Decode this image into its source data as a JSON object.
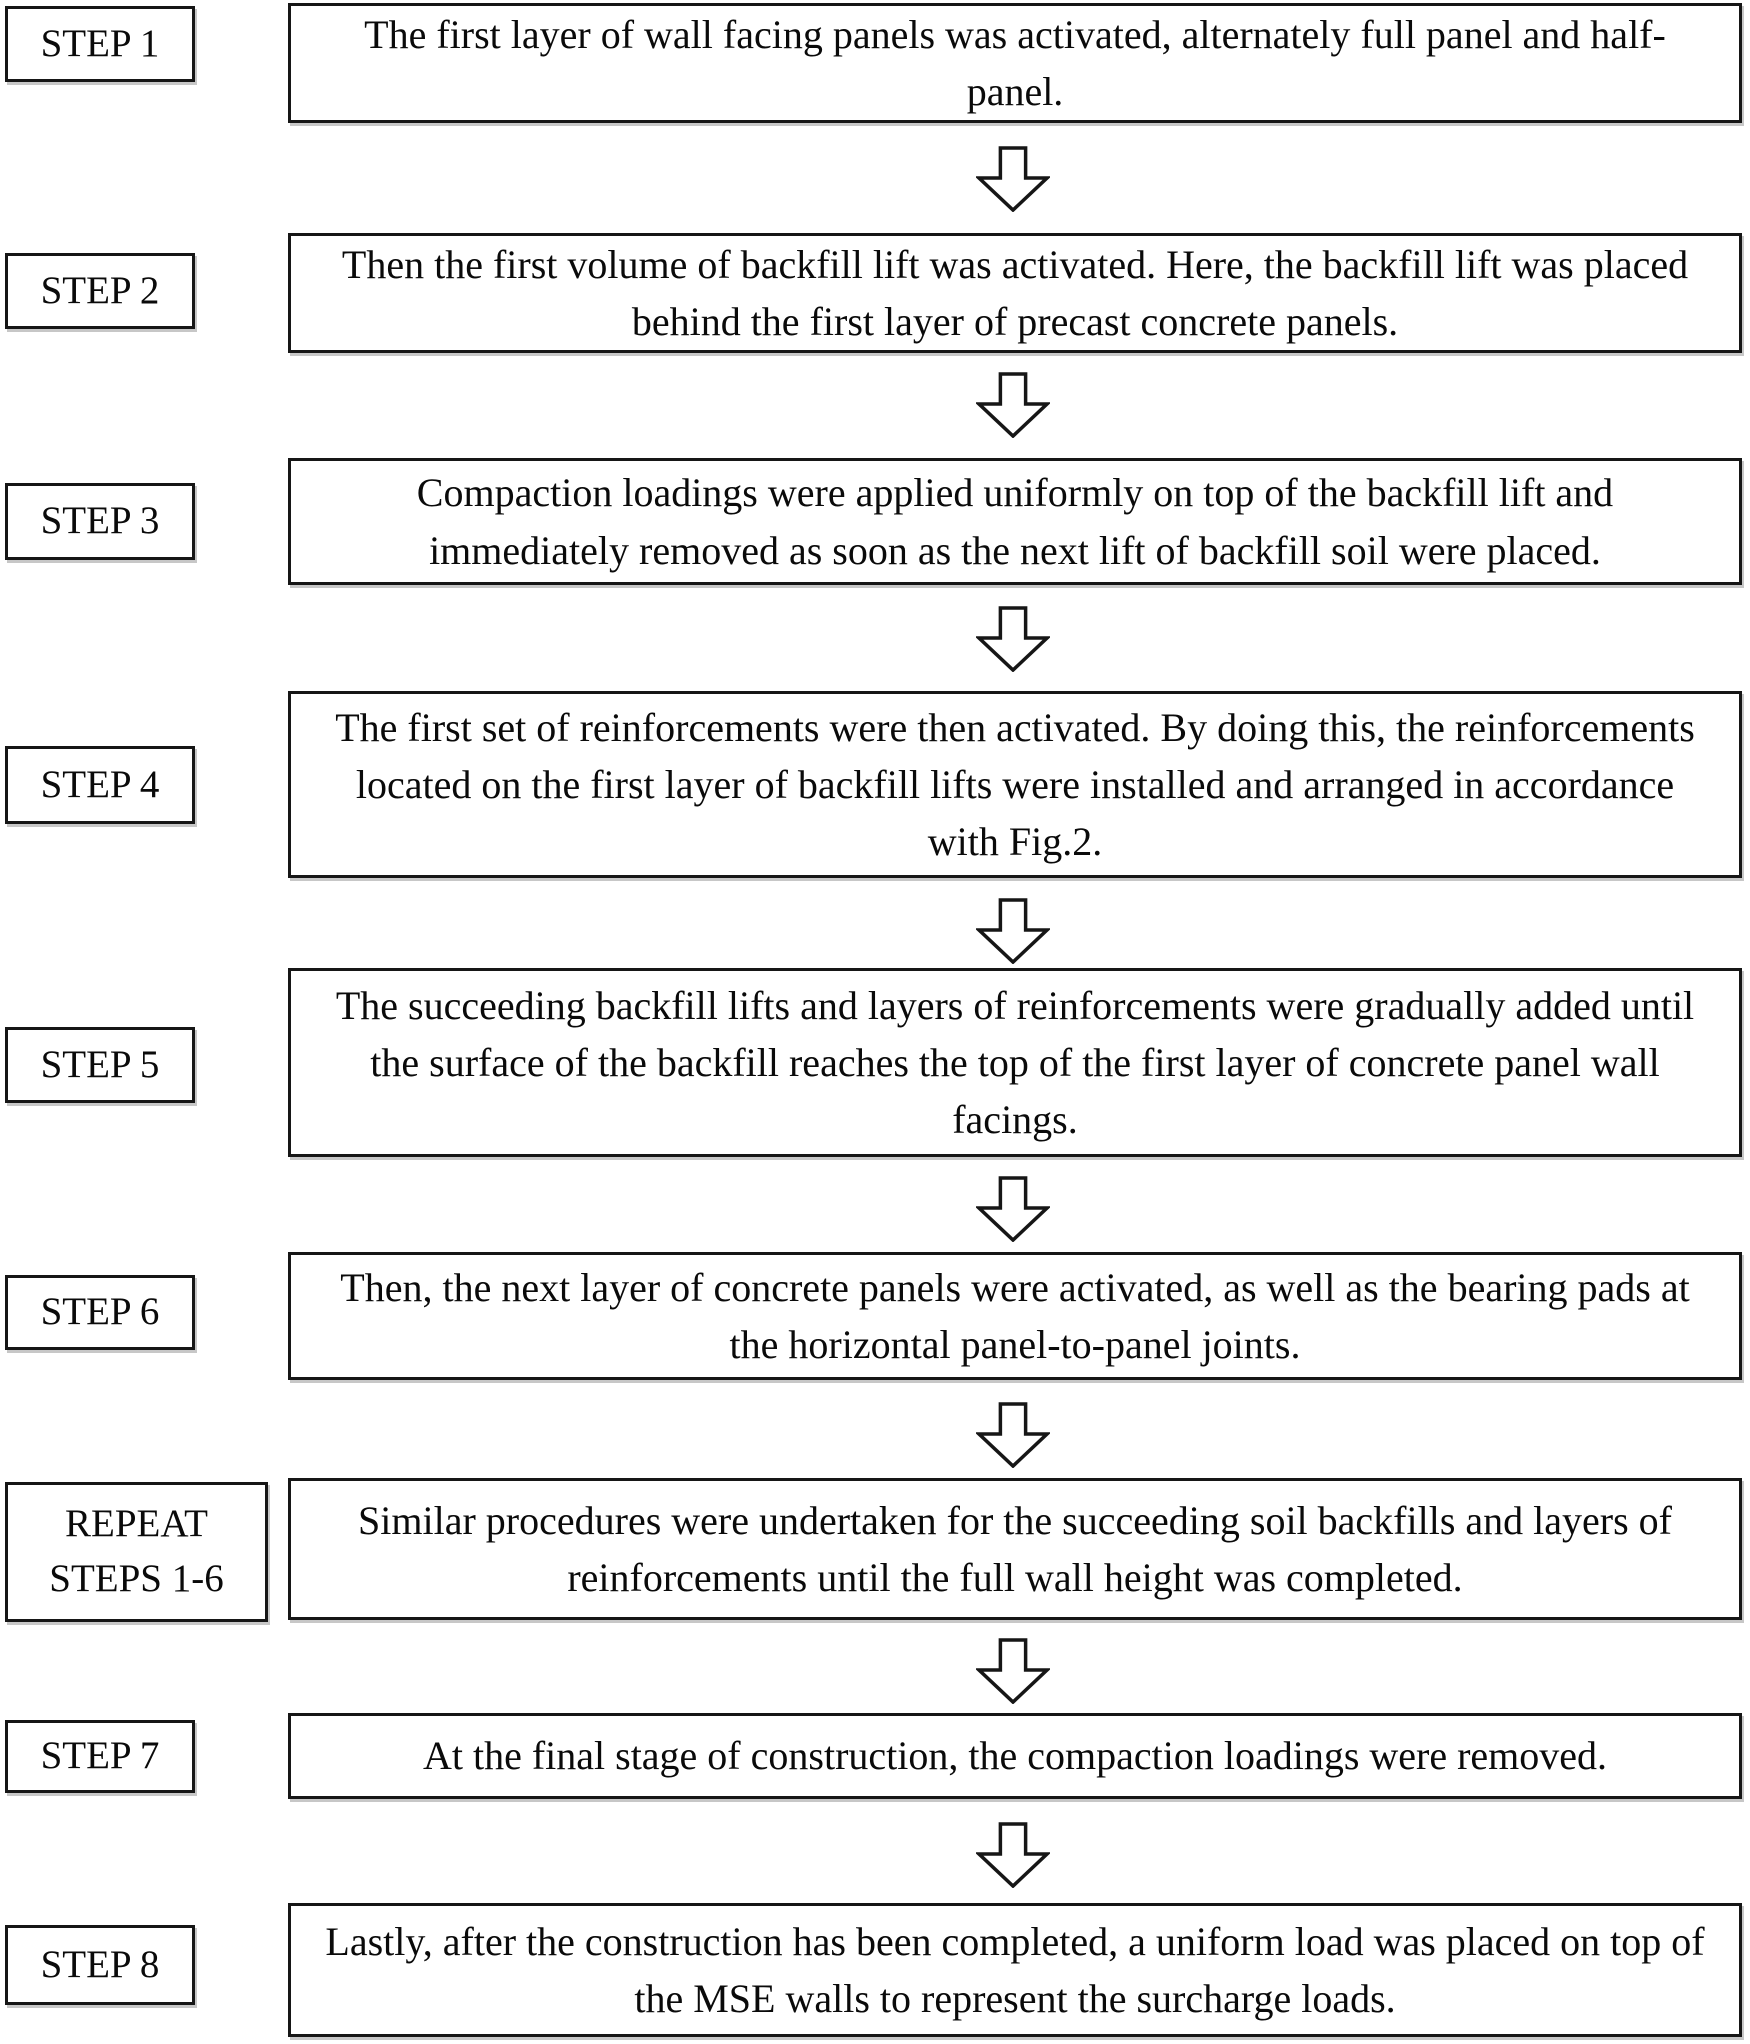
{
  "figure": {
    "type": "flowchart",
    "orientation": "vertical",
    "connector": "hollow-down-arrow"
  },
  "colors": {
    "background": "#ffffff",
    "border": "#161616",
    "text": "#0a0a0a",
    "arrow_fill": "#ffffff",
    "arrow_outline": "#161616"
  },
  "steps": [
    {
      "label": "STEP 1",
      "text": "The first layer of wall facing panels was activated, alternately full panel and half-panel."
    },
    {
      "label": "STEP 2",
      "text": "Then the first volume of backfill lift was activated. Here, the backfill lift was placed behind the first layer of precast concrete panels."
    },
    {
      "label": "STEP 3",
      "text": "Compaction loadings were applied uniformly on top of the backfill lift and immediately removed as soon as the next lift of backfill soil were placed."
    },
    {
      "label": "STEP 4",
      "text": "The first set of reinforcements were then activated. By doing this, the reinforcements located on the first layer of backfill lifts were installed and arranged in accordance with Fig.2."
    },
    {
      "label": "STEP 5",
      "text": "The succeeding backfill lifts and layers of reinforcements were gradually added until the surface of the backfill reaches the top of the first layer of concrete panel wall facings."
    },
    {
      "label": "STEP 6",
      "text": "Then, the next layer of concrete panels were activated, as well as the bearing pads at the horizontal panel-to-panel joints."
    },
    {
      "label": "REPEAT STEPS 1-6",
      "text": "Similar procedures were undertaken for the succeeding soil backfills and layers of reinforcements until the full wall height was completed."
    },
    {
      "label": "STEP 7",
      "text": "At the final stage of construction, the compaction loadings were removed."
    },
    {
      "label": "STEP 8",
      "text": "Lastly, after the construction has been completed, a uniform load was placed on top of the MSE walls to represent the surcharge loads."
    }
  ]
}
